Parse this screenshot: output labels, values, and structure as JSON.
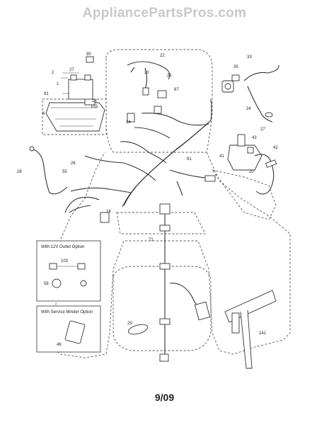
{
  "header": {
    "watermark": "AppliancePartsPros.com"
  },
  "footer": {
    "page_code": "9/09"
  },
  "callouts": [
    "90",
    "22",
    "2",
    "27",
    "1",
    "91",
    "6",
    "18",
    "103",
    "87",
    "20",
    "21",
    "34",
    "33",
    "35",
    "24",
    "26",
    "28",
    "55",
    "16",
    "71",
    "43",
    "41",
    "42",
    "20",
    "27",
    "29",
    "141",
    "46",
    "58"
  ],
  "option_boxes": [
    {
      "title": "With 12V Outlet Option",
      "callouts": [
        "103",
        "58"
      ]
    },
    {
      "title": "With Service Minder Option",
      "callouts": [
        "46"
      ]
    }
  ]
}
